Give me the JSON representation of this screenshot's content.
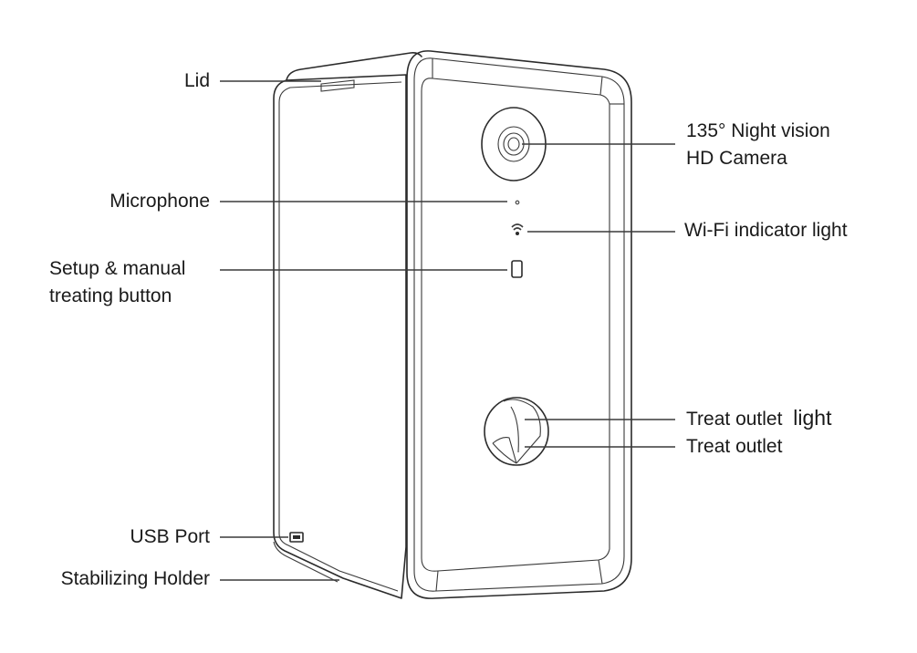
{
  "callouts": {
    "lid": "Lid",
    "microphone": "Microphone",
    "setup_button_line1": "Setup & manual",
    "setup_button_line2": "treating button",
    "usb_port": "USB Port",
    "stabilizing_holder": "Stabilizing Holder",
    "camera_line1": "135° Night vision",
    "camera_line2": "HD Camera",
    "wifi_light": "Wi-Fi indicator light",
    "treat_outlet_light_a": "Treat outlet",
    "treat_outlet_light_b": "light",
    "treat_outlet": "Treat outlet"
  },
  "colors": {
    "line": "#2b2b2b",
    "text": "#1a1a1a",
    "background": "#ffffff"
  }
}
